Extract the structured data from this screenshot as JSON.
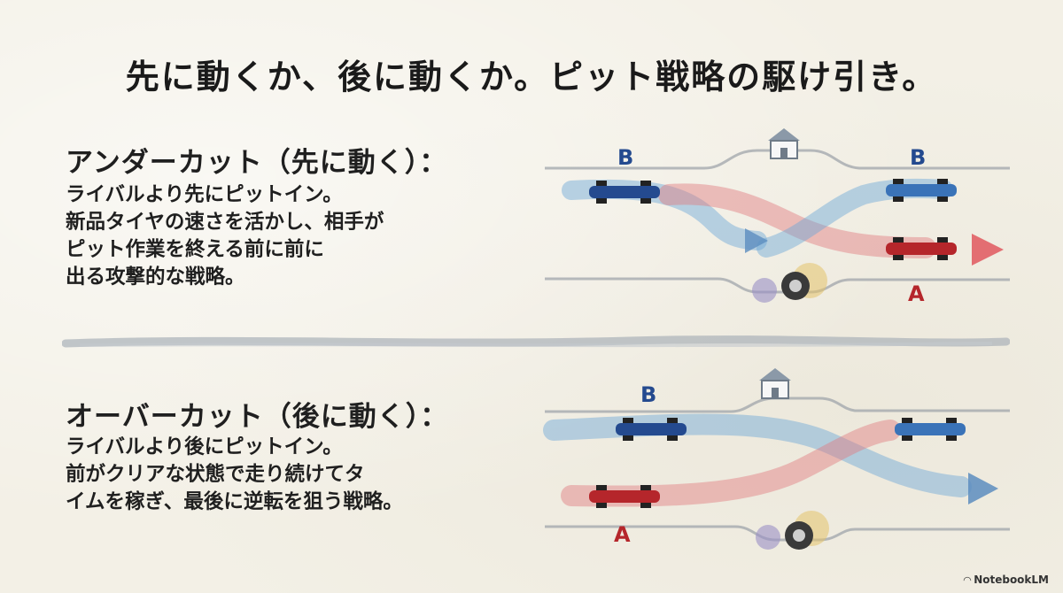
{
  "title": "先に動くか、後に動くか。ピット戦略の駆け引き。",
  "undercut": {
    "heading": "アンダーカット（先に動く）：",
    "lines": [
      "ライバルより先にピットイン。",
      "新品タイヤの速さを活かし、相手が",
      "ピット作業を終える前に前に",
      "出る攻撃的な戦略。"
    ],
    "diagram": {
      "label_top_left": "B",
      "label_top_right": "B",
      "label_bottom": "A"
    }
  },
  "overcut": {
    "heading": "オーバーカット（後に動く）：",
    "lines": [
      "ライバルより後にピットイン。",
      "前がクリアな状態で走り続けてタ",
      "イムを稼ぎ、最後に逆転を狙う戦略。"
    ],
    "diagram": {
      "label_top": "B",
      "label_bottom": "A"
    }
  },
  "colors": {
    "car_a": "#b5262b",
    "car_b": "#244a8f",
    "trail_red": "#e07a7e",
    "trail_blue": "#6aa6d6",
    "tire": "#3a3a3a"
  },
  "icons": [
    "pit-building-icon",
    "tire-icon",
    "race-car-icon",
    "arrow-icon"
  ],
  "branding": {
    "name": "NotebookLM"
  }
}
